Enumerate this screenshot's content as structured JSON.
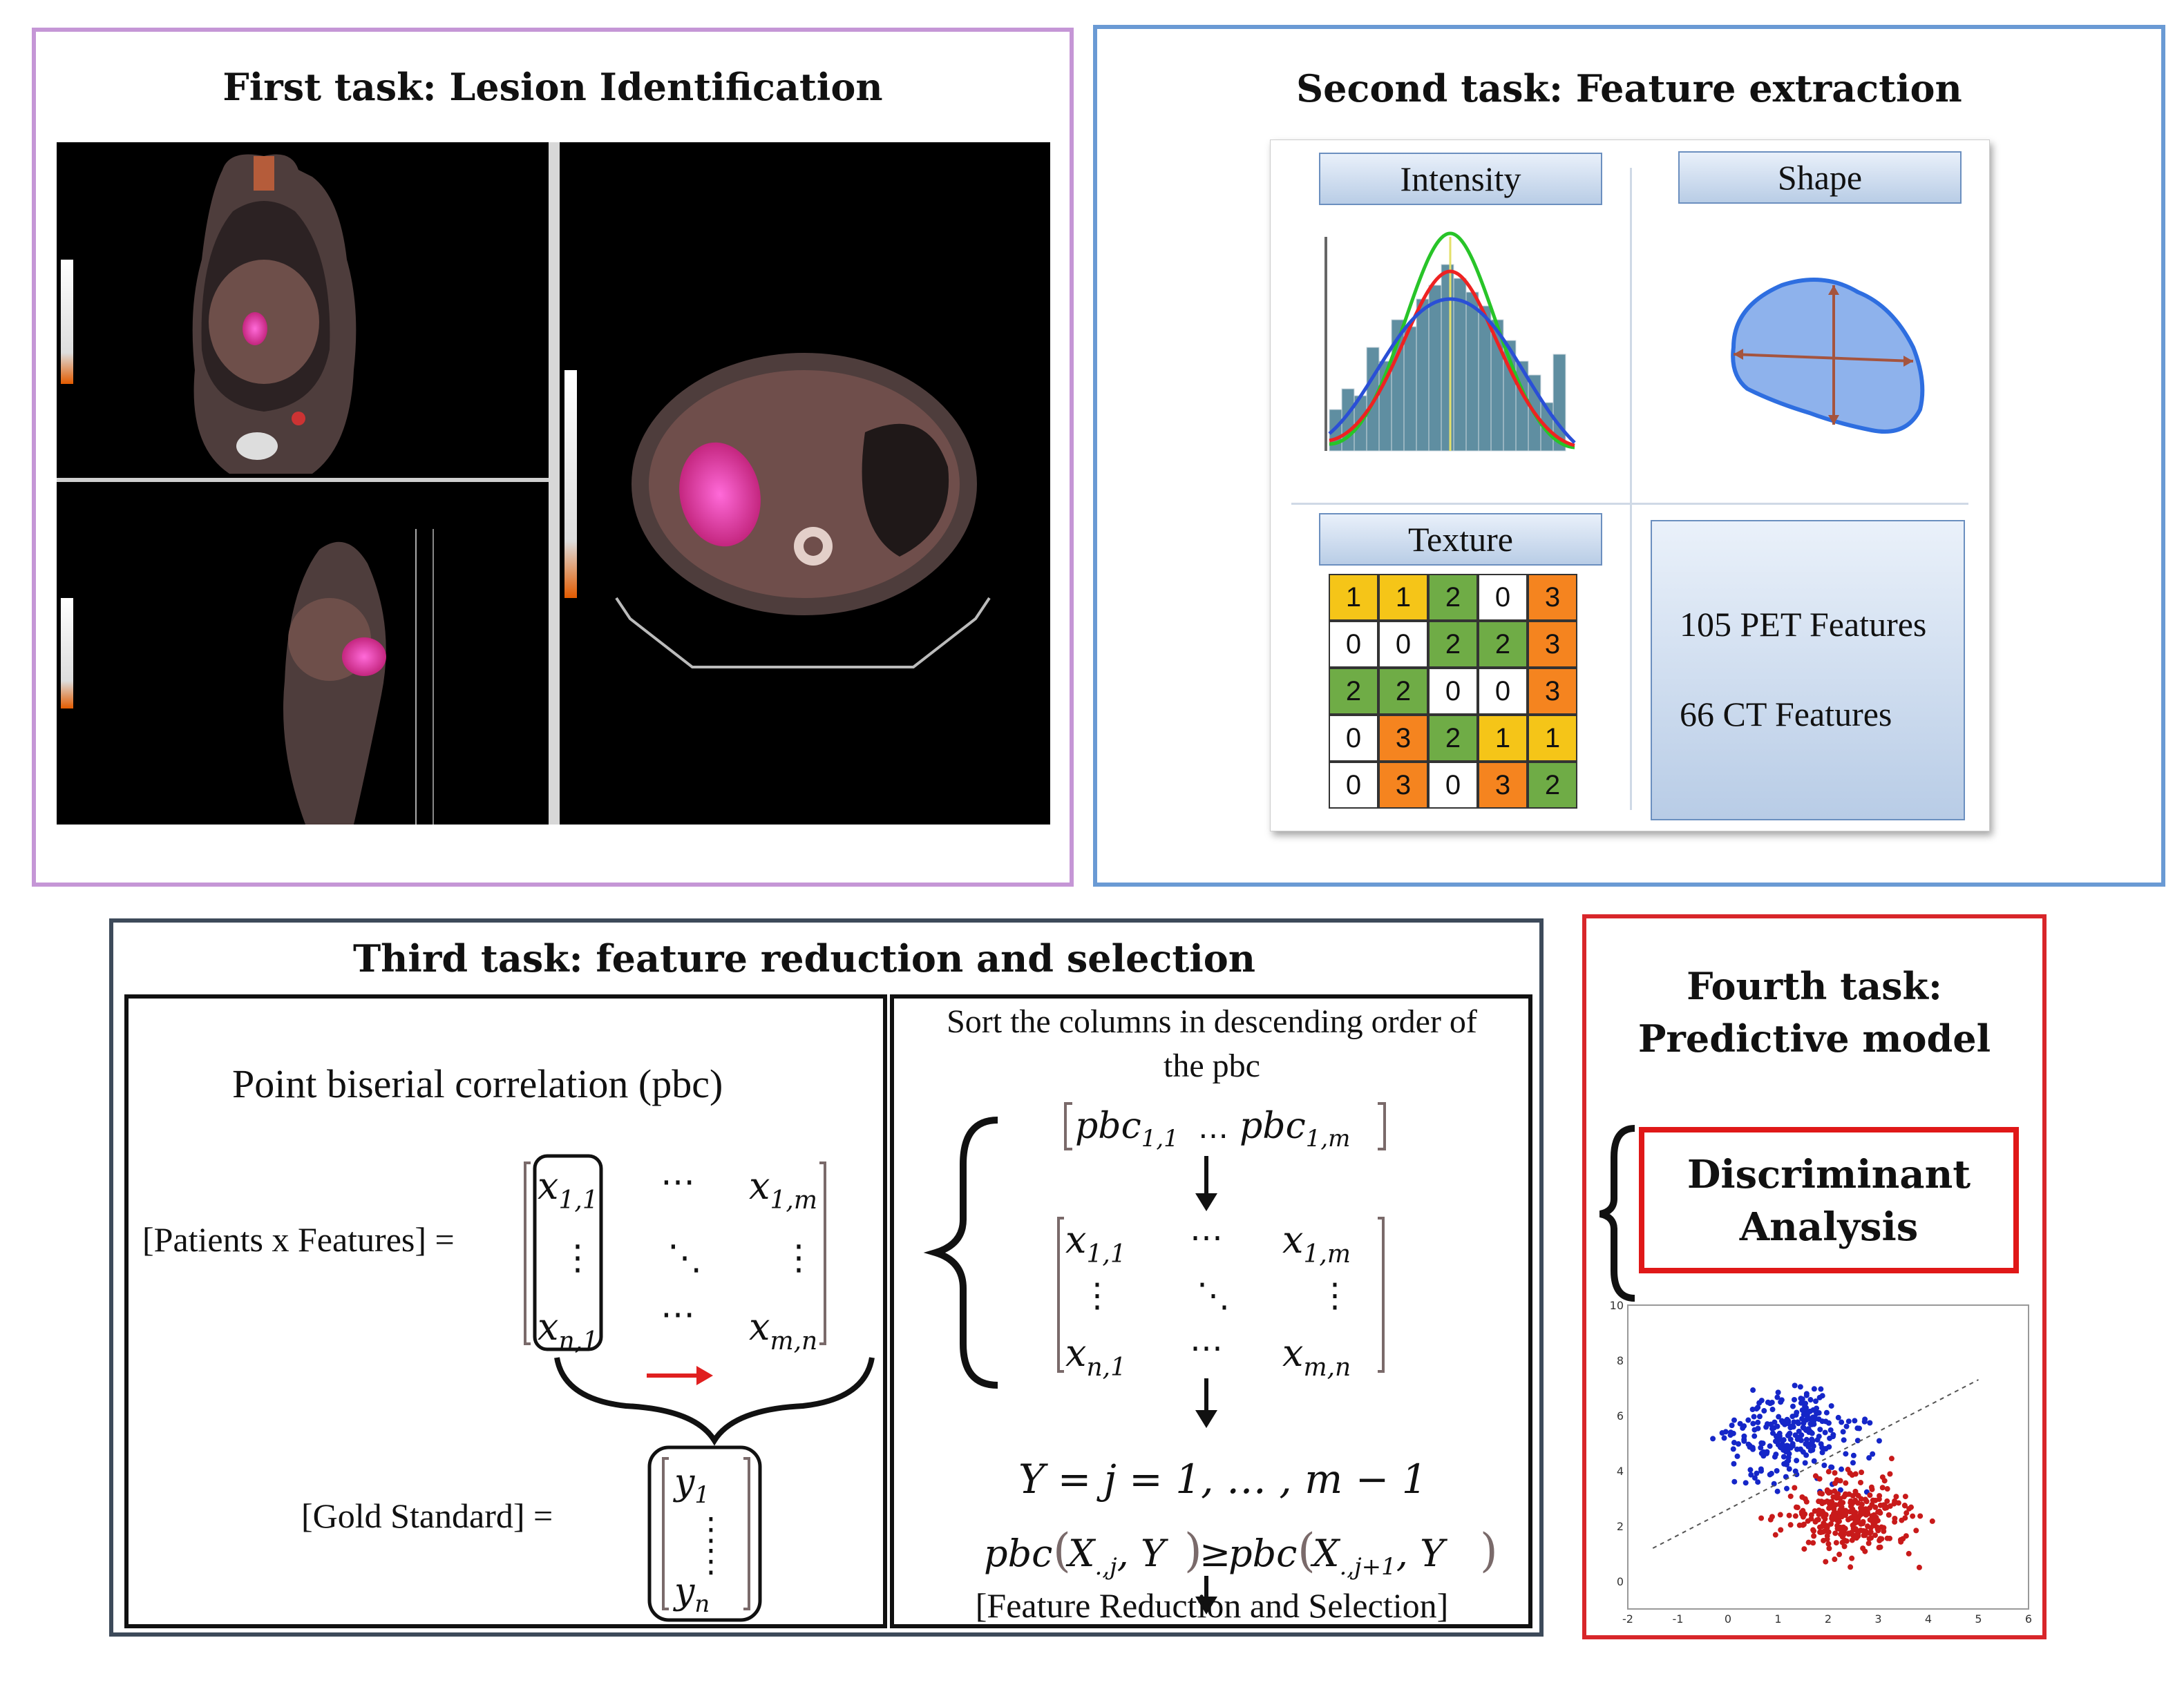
{
  "panel1": {
    "title": "First task: Lesion Identification"
  },
  "panel2": {
    "title": "Second task: Feature extraction",
    "intensity_label": "Intensity",
    "shape_label": "Shape",
    "texture_label": "Texture",
    "texture_matrix": [
      [
        "1",
        "1",
        "2",
        "0",
        "3"
      ],
      [
        "0",
        "0",
        "2",
        "2",
        "3"
      ],
      [
        "2",
        "2",
        "0",
        "0",
        "3"
      ],
      [
        "0",
        "3",
        "2",
        "1",
        "1"
      ],
      [
        "0",
        "3",
        "0",
        "3",
        "2"
      ]
    ],
    "colors": {
      "1": "#f5c518",
      "2": "#6fac46",
      "3": "#f5841f",
      "0": "#ffffff"
    },
    "pet_features": "105 PET Features",
    "ct_features": "66 CT Features"
  },
  "panel3": {
    "title": "Third task: feature reduction and selection",
    "pbc_title": "Point biserial correlation (pbc)",
    "patients_label": "[Patients x Features] =",
    "gold_label": "[Gold Standard] =",
    "sort_text_1": "Sort the columns in descending order of",
    "sort_text_2": "the pbc",
    "formula_y": "Y = j = 1, … , m − 1",
    "result": "[Feature Reduction and Selection]"
  },
  "panel4": {
    "title_1": "Fourth task:",
    "title_2": "Predictive model",
    "box_1": "Discriminant",
    "box_2": "Analysis",
    "yticks": [
      "10",
      "8",
      "6",
      "4",
      "2",
      "0"
    ],
    "xticks": [
      "-2",
      "-1",
      "0",
      "1",
      "2",
      "3",
      "4",
      "5",
      "6"
    ]
  }
}
